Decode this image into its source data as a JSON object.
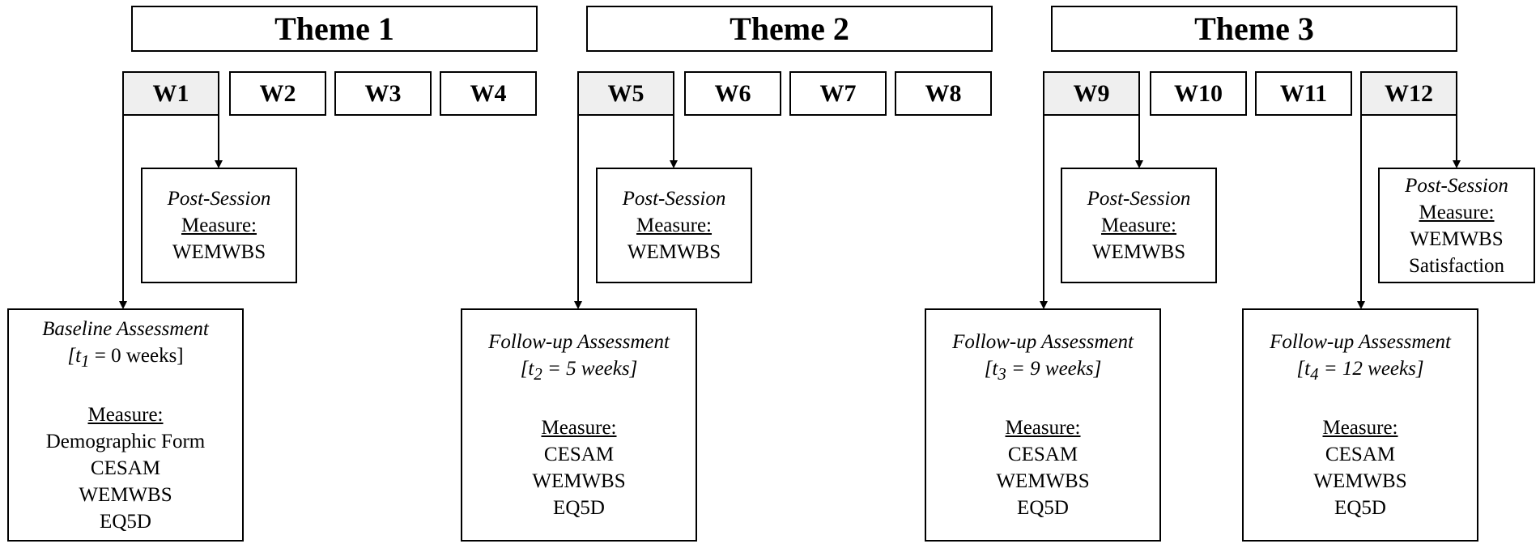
{
  "themes": [
    {
      "title": "Theme 1",
      "weeks": [
        "W1",
        "W2",
        "W3",
        "W4"
      ],
      "post_session": {
        "title": "Post-Session",
        "measure_label": "Measure:",
        "measures": [
          "WEMWBS"
        ]
      },
      "assessment": {
        "title": "Baseline Assessment",
        "time_prefix": "[",
        "time_var": "t",
        "time_sub": "1",
        "time_rest": " = 0 weeks]",
        "measure_label": "Measure:",
        "measures": [
          "Demographic Form",
          "CESAM",
          "WEMWBS",
          "EQ5D"
        ]
      }
    },
    {
      "title": "Theme 2",
      "weeks": [
        "W5",
        "W6",
        "W7",
        "W8"
      ],
      "post_session": {
        "title": "Post-Session",
        "measure_label": "Measure:",
        "measures": [
          "WEMWBS"
        ]
      },
      "assessment": {
        "title": "Follow-up Assessment",
        "time_prefix": "[",
        "time_var": "t",
        "time_sub": "2",
        "time_rest": " = 5 weeks]",
        "measure_label": "Measure:",
        "measures": [
          "CESAM",
          "WEMWBS",
          "EQ5D"
        ]
      }
    },
    {
      "title": "Theme 3",
      "weeks": [
        "W9",
        "W10",
        "W11",
        "W12"
      ],
      "post_session": {
        "title": "Post-Session",
        "measure_label": "Measure:",
        "measures": [
          "WEMWBS"
        ]
      },
      "assessment": {
        "title": "Follow-up Assessment",
        "time_prefix": "[",
        "time_var": "t",
        "time_sub": "3",
        "time_rest": " = 9 weeks]",
        "measure_label": "Measure:",
        "measures": [
          "CESAM",
          "WEMWBS",
          "EQ5D"
        ]
      },
      "post_session_2": {
        "title": "Post-Session",
        "measure_label": "Measure:",
        "measures": [
          "WEMWBS",
          "Satisfaction"
        ]
      },
      "assessment_2": {
        "title": "Follow-up Assessment",
        "time_prefix": "[",
        "time_var": "t",
        "time_sub": "4",
        "time_rest": " = 12 weeks]",
        "measure_label": "Measure:",
        "measures": [
          "CESAM",
          "WEMWBS",
          "EQ5D"
        ]
      }
    }
  ]
}
